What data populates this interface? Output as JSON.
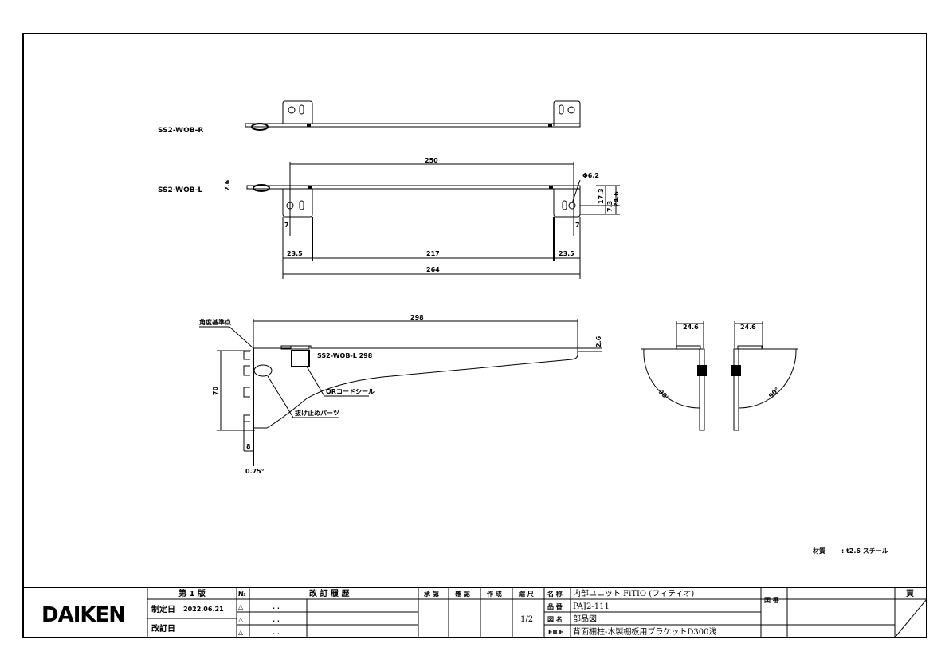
{
  "drawing": {
    "part_labels": {
      "right": "SS2-WOB-R",
      "left": "SS2-WOB-L"
    },
    "dimensions": {
      "hole_pitch": "250",
      "hole_dia": "Φ6.2",
      "thickness": "2.6",
      "tab_height": "17.3",
      "hole_offset": "7.3",
      "tab_total": "24.6",
      "hole_edge_left": "7",
      "hole_edge_right": "7",
      "seg_left": "23.5",
      "seg_mid": "217",
      "seg_right": "23.5",
      "total_width": "264",
      "depth": "298",
      "tip_thickness": "2.6",
      "height": "70",
      "hook_offset": "8",
      "tilt": "0.75°",
      "side_width_left": "24.6",
      "side_width_right": "24.6",
      "angle_left": "90°",
      "angle_right": "90°"
    },
    "callouts": {
      "reference_point": "角度基準点",
      "qr_seal": "QRコードシール",
      "retainer": "抜け止めパーツ",
      "marking": "SS2-WOB-L  298"
    },
    "material_label": "材質",
    "material_value": ": t2.6 スチール"
  },
  "title_block": {
    "logo": "DAIKEN",
    "edition": "第 1 版",
    "established_label": "制定日",
    "established_date": "2022.06.21",
    "revised_label": "改訂日",
    "no_header": "№",
    "revision_header": "改 訂 履 歴",
    "revision_marks": [
      "△",
      "△",
      "△"
    ],
    "revision_dates": [
      ". .",
      ". .",
      ". ."
    ],
    "approved": "承 認",
    "checked": "確 認",
    "drawn": "作 成",
    "scale_label": "縮 尺",
    "scale": "1/2",
    "name_label": "名 称",
    "name": "内部ユニット FiTIO (フィティオ)",
    "part_no_label": "品 番",
    "part_no": "PAJ2-111",
    "drawing_name_label": "図 名",
    "drawing_name": "部品図",
    "file_label": "FILE",
    "file": "背面棚柱-木製棚板用ブラケットD300浅",
    "drawing_no_label": "図 番",
    "page_label": "頁"
  }
}
